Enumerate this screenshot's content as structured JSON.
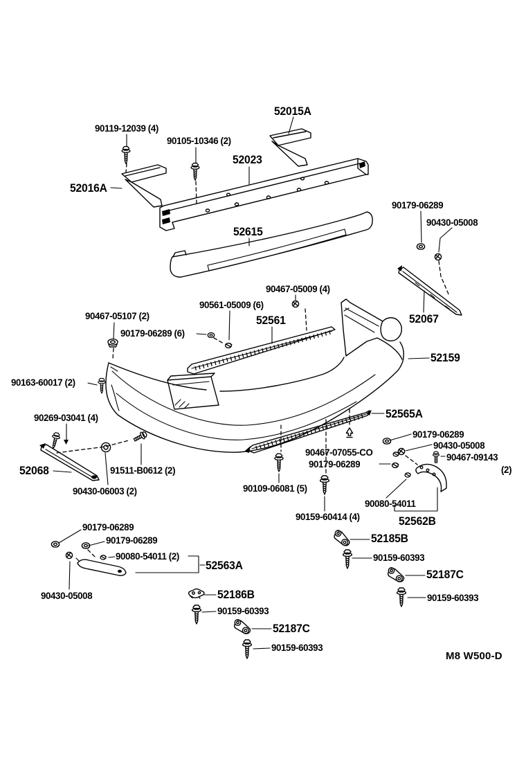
{
  "figure": {
    "title": "Rear bumper parts diagram",
    "code": "M8 W500-D",
    "ink_color": "#000000",
    "paper_color": "#ffffff",
    "callouts": [
      "52015A",
      "90119-12039 (4)",
      "90105-10346 (2)",
      "52023",
      "52016A",
      "90179-06289",
      "90430-05008",
      "52615",
      "90467-05009 (4)",
      "90561-05009 (6)",
      "52561",
      "90467-05107 (2)",
      "90179-06289 (6)",
      "52067",
      "52159",
      "90163-60017 (2)",
      "90269-03041 (4)",
      "52565A",
      "90179-06289",
      "90430-05008",
      "90467-09143",
      "(2)",
      "52068",
      "91511-B0612 (2)",
      "90467-07055-CO",
      "90179-06289",
      "90430-06003 (2)",
      "90109-06081 (5)",
      "90080-54011",
      "90159-60414 (4)",
      "52562B",
      "90179-06289",
      "90179-06289",
      "90080-54011 (2)",
      "52563A",
      "52185B",
      "90430-05008",
      "90159-60393",
      "52186B",
      "52187C",
      "90159-60393",
      "90159-60393",
      "52187C",
      "90159-60393"
    ]
  }
}
